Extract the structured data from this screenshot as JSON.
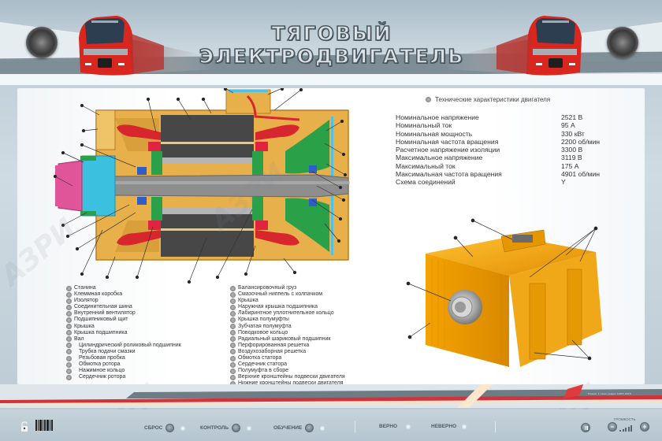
{
  "header": {
    "title": "ТЯГОВЫЙ ЭЛЕКТРОДВИГАТЕЛЬ",
    "speaker_left_icon": "speaker-icon",
    "speaker_right_icon": "speaker-icon",
    "train_image": "red-high-speed-train"
  },
  "diagram": {
    "name": "motor-cross-section",
    "callout_count": 31
  },
  "specs": {
    "heading": "Технические характеристики двигателя",
    "rows": [
      {
        "label": "Номинальное напряжение",
        "value": "2521 В"
      },
      {
        "label": "Номинальный ток",
        "value": "95 А"
      },
      {
        "label": "Номинальная мощность",
        "value": "330 кВт"
      },
      {
        "label": "Номинальная частота вращения",
        "value": "2200 об/мин"
      },
      {
        "label": "Расчетное напряжение изоляции",
        "value": "3300 В"
      },
      {
        "label": "Максимальное напряжение",
        "value": "3119 В"
      },
      {
        "label": "Максимальный ток",
        "value": "175 А"
      },
      {
        "label": "Максимальная частота вращения",
        "value": "4901 об/мин"
      },
      {
        "label": "Схема соединений",
        "value": "Y"
      }
    ]
  },
  "legend": {
    "col1": [
      "Станина",
      "Клеммная коробка",
      "Изолятор",
      "Соединительная шина",
      "Внутренний вентилятор",
      "Подшипниковый щит",
      "Крышка",
      "Крышка подшипника",
      "Вал",
      "Цилиндрический роликовый подшипник",
      "Трубка подачи смазки",
      "Резьбовая пробка",
      "Обмотка ротора",
      "Нажимное кольцо",
      "Сердечник ротора"
    ],
    "col2": [
      "Балансировочный груз",
      "Смазочный ниппель с колпачком",
      "Крышка",
      "Наружная крышка подшипника",
      "Лабиринтное уплотнительное кольцо",
      "Крышка полумуфты",
      "Зубчатая полумуфта",
      "Поводковое кольцо",
      "Радиальный шариковый подшипник",
      "Перфорированная решетка",
      "Воздухозаборная решетка",
      "Обмотка статора",
      "Сердечник статора",
      "Полумуфта в сборе",
      "Верхние кронштейны подвески двигателя",
      "Нижние кронштейны подвески двигателя"
    ]
  },
  "footer": {
    "meta_text": "Плакат 1 типография АЗРИ 2015",
    "reset_label": "СБРОС",
    "control_label": "КОНТРОЛЬ",
    "training_label": "ОБУЧЕНИЕ",
    "correct_label": "ВЕРНО",
    "incorrect_label": "НЕВЕРНО",
    "volume_label": "ГРОМКОСТЬ",
    "vol_minus": "−",
    "vol_plus": "+",
    "watermark": "АЗРИ"
  },
  "colors": {
    "housing": "#e8b04a",
    "housing_dark": "#c88a2a",
    "winding_red": "#d8262e",
    "fan_green": "#2aa048",
    "coupling_pink": "#e0559a",
    "bearing_cyan": "#3cc0e0",
    "core_dark": "#4a4a4a",
    "shaft_gray": "#8e8e8e",
    "motor3d_orange": "#f0a818"
  }
}
